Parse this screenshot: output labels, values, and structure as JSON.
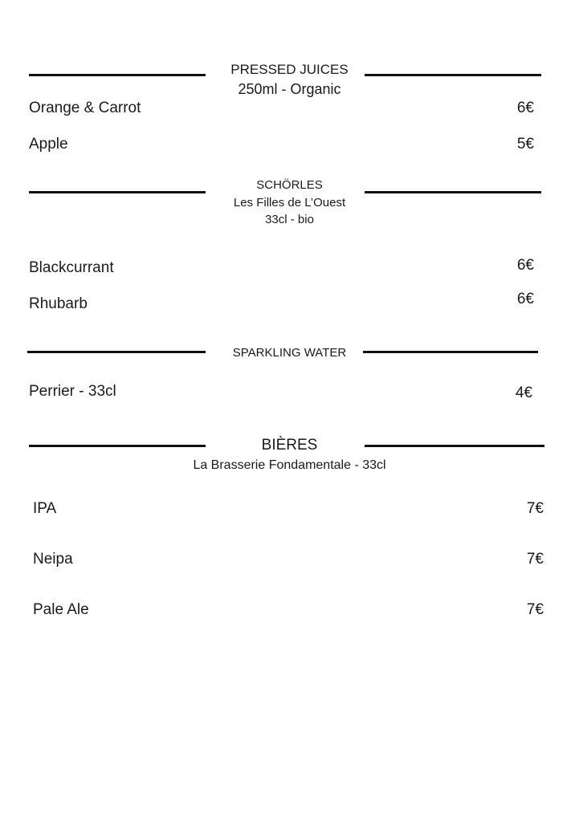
{
  "sections": [
    {
      "title": "PRESSED JUICES",
      "subtitles": [
        "250ml - Organic"
      ],
      "items": [
        {
          "name": "Orange & Carrot",
          "price": "6€"
        },
        {
          "name": "Apple",
          "price": "5€"
        }
      ]
    },
    {
      "title": "SCHÖRLES",
      "subtitles": [
        "Les Filles de L’Ouest",
        "33cl - bio"
      ],
      "items": [
        {
          "name": "Blackcurrant",
          "price": "6€"
        },
        {
          "name": "Rhubarb",
          "price": "6€"
        }
      ]
    },
    {
      "title": "SPARKLING WATER",
      "subtitles": [],
      "items": [
        {
          "name": "Perrier - 33cl",
          "price": "4€"
        }
      ]
    },
    {
      "title": "BIÈRES",
      "subtitles": [
        "La Brasserie Fondamentale - 33cl"
      ],
      "items": [
        {
          "name": "IPA",
          "price": "7€"
        },
        {
          "name": "Neipa",
          "price": "7€"
        },
        {
          "name": "Pale Ale",
          "price": "7€"
        }
      ]
    }
  ]
}
